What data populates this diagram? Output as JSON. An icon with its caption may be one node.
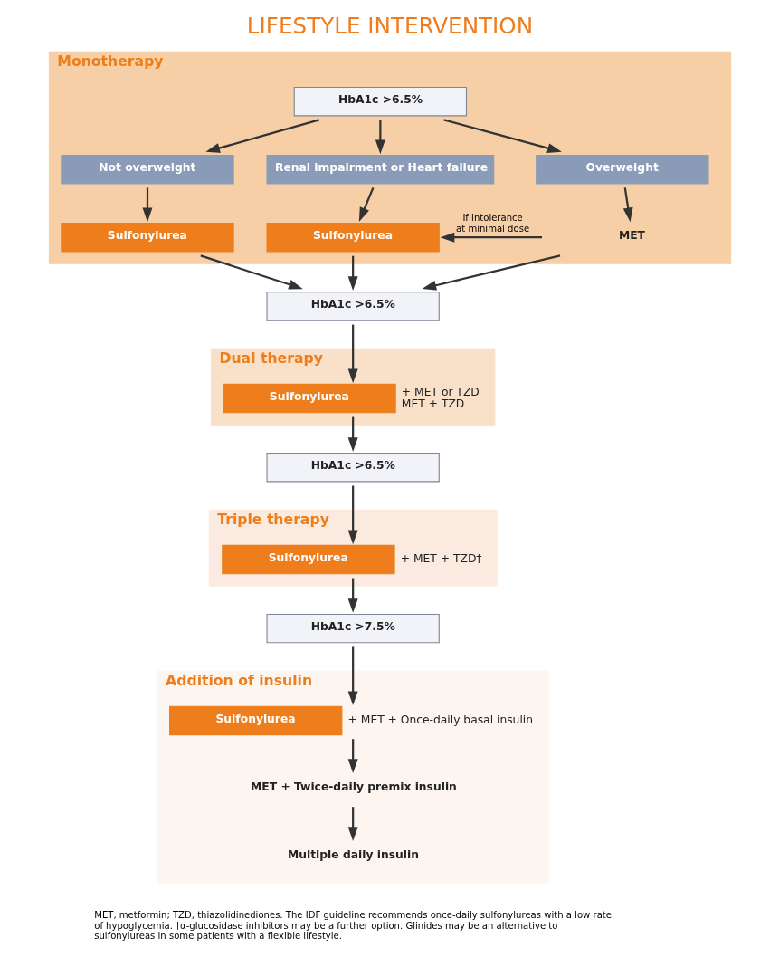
{
  "diagram": {
    "title": "LIFESTYLE INTERVENTION",
    "caption": "MET, metformin; TZD, thiazolidinediones. The IDF guideline recommends once-daily sulfonylureas with a low rate of hypoglycemia. †α-glucosidase inhibitors may be a further option. Glinides may be an alternative to sulfonylureas in some patients with a flexible lifestyle.",
    "nodes": [
      {
        "text": [
          "Monotherapy"
        ]
      },
      {
        "text": [
          "HbA1c >6.5%"
        ],
        "in": 0
      },
      {
        "text": [
          "Not overweight"
        ],
        "in": 0
      },
      {
        "text": [
          "Renal impairment or Heart failure"
        ],
        "in": 0
      },
      {
        "text": [
          "Overweight"
        ],
        "in": 0
      },
      {
        "text": [
          "Sulfonylurea"
        ],
        "in": 0
      },
      {
        "text": [
          "Sulfonylurea"
        ],
        "in": 0
      },
      {
        "text": [
          "MET"
        ],
        "in": 0
      },
      {
        "text": [
          "HbA1c >6.5%"
        ]
      },
      {
        "text": [
          "Dual therapy"
        ]
      },
      {
        "text": [
          "Sulfonylurea"
        ],
        "beside": [
          "+ MET or TZD",
          "MET + TZD"
        ],
        "in": 9
      },
      {
        "text": [
          "HbA1c >6.5%"
        ]
      },
      {
        "text": [
          "Triple therapy"
        ]
      },
      {
        "text": [
          "Sulfonylurea"
        ],
        "beside": [
          "+ MET + TZD†"
        ],
        "in": 12
      },
      {
        "text": [
          "HbA1c >7.5%"
        ]
      },
      {
        "text": [
          "Addition of insulin"
        ]
      },
      {
        "text": [
          "Sulfonylurea"
        ],
        "beside": [
          "+ MET + Once-daily basal insulin"
        ],
        "in": 15
      },
      {
        "text": [
          "MET + Twice-daily premix insulin"
        ],
        "in": 15
      },
      {
        "text": [
          "Multiple daily insulin"
        ],
        "in": 15
      }
    ],
    "edges": [
      {
        "from": 1,
        "to": 2,
        "arrow": "to"
      },
      {
        "from": 1,
        "to": 3,
        "arrow": "to"
      },
      {
        "from": 1,
        "to": 4,
        "arrow": "to"
      },
      {
        "from": 2,
        "to": 5,
        "arrow": "to"
      },
      {
        "from": 3,
        "to": 6,
        "arrow": "to"
      },
      {
        "from": 4,
        "to": 7,
        "arrow": "to"
      },
      {
        "from": 7,
        "to": 6,
        "arrow": "to",
        "label": "If intolerance at minimal dose"
      },
      {
        "from": 5,
        "to": 8,
        "arrow": "to"
      },
      {
        "from": 6,
        "to": 8,
        "arrow": "to"
      },
      {
        "from": 7,
        "to": 8,
        "arrow": "to"
      },
      {
        "from": 8,
        "to": 10,
        "arrow": "to"
      },
      {
        "from": 10,
        "to": 11,
        "arrow": "to"
      },
      {
        "from": 11,
        "to": 13,
        "arrow": "to"
      },
      {
        "from": 13,
        "to": 14,
        "arrow": "to"
      },
      {
        "from": 14,
        "to": 16,
        "arrow": "to"
      },
      {
        "from": 16,
        "to": 17,
        "arrow": "to"
      },
      {
        "from": 17,
        "to": 18,
        "arrow": "to"
      }
    ]
  }
}
